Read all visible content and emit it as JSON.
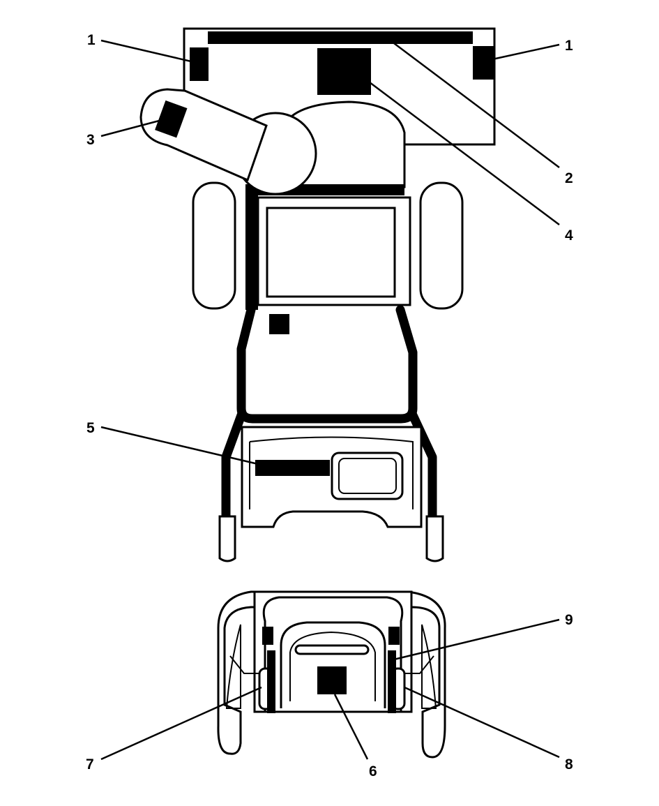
{
  "diagram": {
    "colors": {
      "line": "#000000",
      "background": "#ffffff"
    },
    "callouts": [
      {
        "id": "c1a",
        "label": "1"
      },
      {
        "id": "c1b",
        "label": "1"
      },
      {
        "id": "c2",
        "label": "2"
      },
      {
        "id": "c3",
        "label": "3"
      },
      {
        "id": "c4",
        "label": "4"
      },
      {
        "id": "c5",
        "label": "5"
      },
      {
        "id": "c6",
        "label": "6"
      },
      {
        "id": "c7",
        "label": "7"
      },
      {
        "id": "c8",
        "label": "8"
      },
      {
        "id": "c9",
        "label": "9"
      }
    ]
  }
}
